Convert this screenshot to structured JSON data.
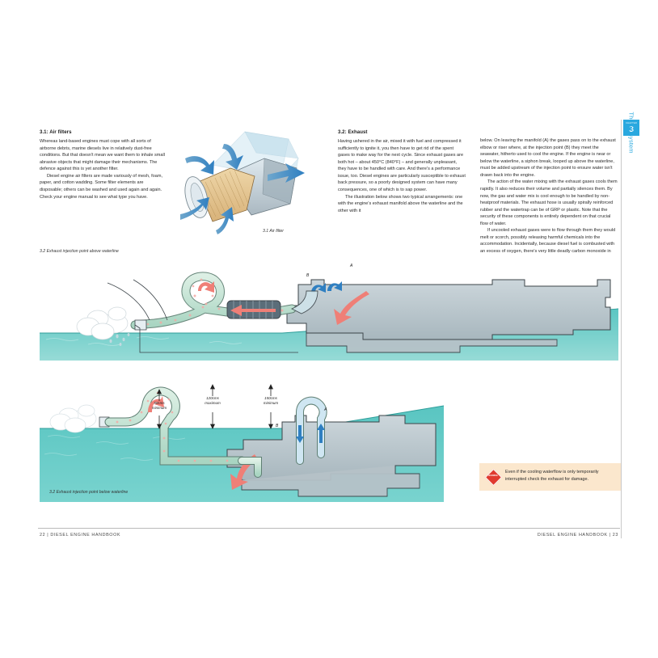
{
  "book": {
    "title": "DIESEL ENGINE HANDBOOK",
    "page_left": "22",
    "page_right": "23",
    "footer_left": "22  |  DIESEL ENGINE HANDBOOK",
    "footer_right": "DIESEL ENGINE HANDBOOK  |  23"
  },
  "chapter_tab": {
    "kicker": "CHAPTER",
    "number": "3",
    "title": "The air system",
    "accent_color": "#29a8df"
  },
  "left_page": {
    "section": {
      "heading": "3.1:  Air filters",
      "paragraphs": [
        "Whereas land-based engines must cope with all sorts of airborne debris, marine diesels live in relatively dust-free conditions. But that doesn't mean we want them to inhale small abrasive objects that might damage their mechanisms. The defence against this is yet another filter.",
        "Diesel engine air filters are made variously of mesh, foam, paper, and cotton wadding. Some filter elements are disposable; others can be washed and used again and again. Check your engine manual to see what type you have."
      ]
    },
    "figures": [
      {
        "id": "fig-3-1",
        "caption": "3.1 Air filter"
      },
      {
        "id": "fig-3-2-above",
        "caption": "3.2 Exhaust injection point above waterline"
      },
      {
        "id": "fig-3-2-below",
        "caption": "3.2 Exhaust injection point below waterline"
      }
    ]
  },
  "right_page": {
    "section": {
      "heading": "3.2:  Exhaust",
      "col1_paragraphs": [
        "Having ushered in the air, mixed it with fuel and compressed it sufficiently to ignite it, you then have to get rid of the spent gases to make way for the next cycle. Since exhaust gases are both hot – about 450°C (840°F) – and generally unpleasant, they have to be handled with care. And there's a performance issue, too. Diesel engines are particularly susceptible to exhaust back pressure, so a poorly designed system can have many consequences, one of which is to sap power.",
        "The illustration below shows two typical arrangements: one with the engine's exhaust manifold above the waterline and the other with it"
      ],
      "col2_paragraphs": [
        "below. On leaving the manifold (A) the gases pass on to the exhaust elbow or riser where, at the injection point (B) they meet the seawater, hitherto used to cool the engine. If the engine is near or below the waterline, a siphon break, looped up above the waterline, must be added upstream of the injection point to ensure water isn't drawn back into the engine.",
        "The action of the water mixing with the exhaust gases cools them rapidly. It also reduces their volume and partially silences them. By now, the gas and water mix is cool enough to be handled by non-heatproof materials. The exhaust hose is usually spirally reinforced rubber and the watertrap can be of GRP or plastic. Note that the security of these components is entirely dependent on that crucial flow of water.",
        "If uncooled exhaust gases were to flow through them they would melt or scorch, possibly releasing harmful chemicals into the accommodation. Incidentally, because diesel fuel is combusted with an excess of oxygen, there's very little deadly carbon monoxide in their exhaust emissions – a fact that still wouldn't encourage you to breathe the stuff, of course."
      ]
    },
    "warning": {
      "badge_text": "WARNING",
      "text": "Even if the cooling waterflow is only temporarily interrupted check the exhaust for damage.",
      "background_color": "#fbe7cd",
      "badge_color": "#e03a2f"
    }
  },
  "diagram_labels": {
    "fig_3_2_above": {
      "point_a": "A",
      "point_b": "B"
    },
    "fig_3_2_below": {
      "point_a": "A",
      "point_b": "B",
      "dim_1_value": "50cms",
      "dim_1_qualifier": "minimum",
      "dim_2_value": "120cms",
      "dim_2_qualifier": "maximum",
      "dim_3_value": "150cms",
      "dim_3_qualifier": "minimum"
    }
  },
  "palette": {
    "water": "#3fb8b4",
    "hull": "#b9c4c9",
    "hose": "#c9e4d8",
    "arrow_hot": "#ef7f77",
    "arrow_cold": "#2f7fc1",
    "filter_media": "#e2c18b"
  }
}
